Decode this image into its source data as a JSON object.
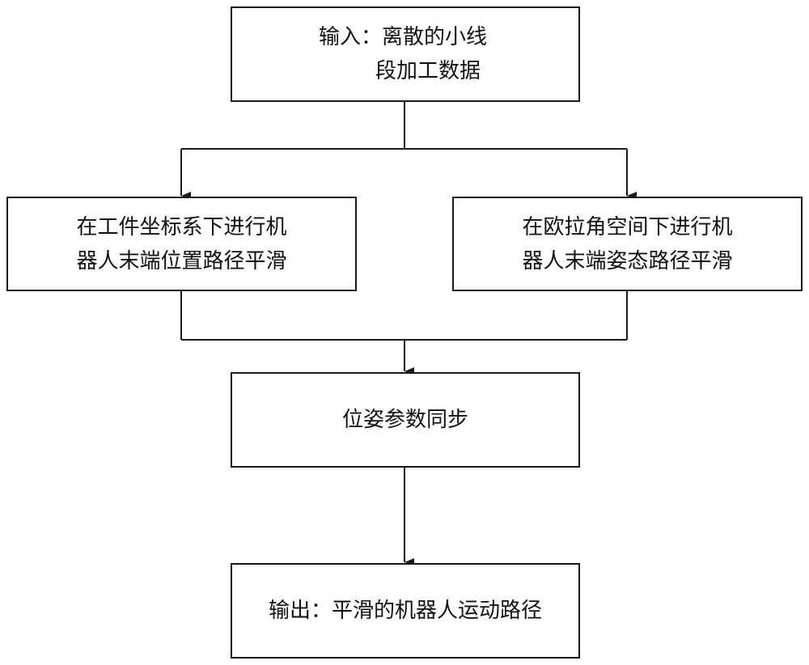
{
  "nodes": {
    "input": {
      "lines": [
        "输入：离散的小线",
        "段加工数据"
      ]
    },
    "position_smoothing": {
      "lines": [
        "在工件坐标系下进行机",
        "器人末端位置路径平滑"
      ]
    },
    "orientation_smoothing": {
      "lines": [
        "在欧拉角空间下进行机",
        "器人末端姿态路径平滑"
      ]
    },
    "sync": {
      "lines": [
        "位姿参数同步"
      ]
    },
    "output": {
      "lines": [
        "输出：平滑的机器人运动路径"
      ]
    }
  },
  "edges": [
    {
      "from": "input",
      "to": "position_smoothing"
    },
    {
      "from": "input",
      "to": "orientation_smoothing"
    },
    {
      "from": "position_smoothing",
      "to": "sync"
    },
    {
      "from": "orientation_smoothing",
      "to": "sync"
    },
    {
      "from": "sync",
      "to": "output"
    }
  ],
  "colors": {
    "line": "#1a1a1a",
    "box_border": "#1a1a1a",
    "text": "#111111",
    "background": "#ffffff"
  }
}
